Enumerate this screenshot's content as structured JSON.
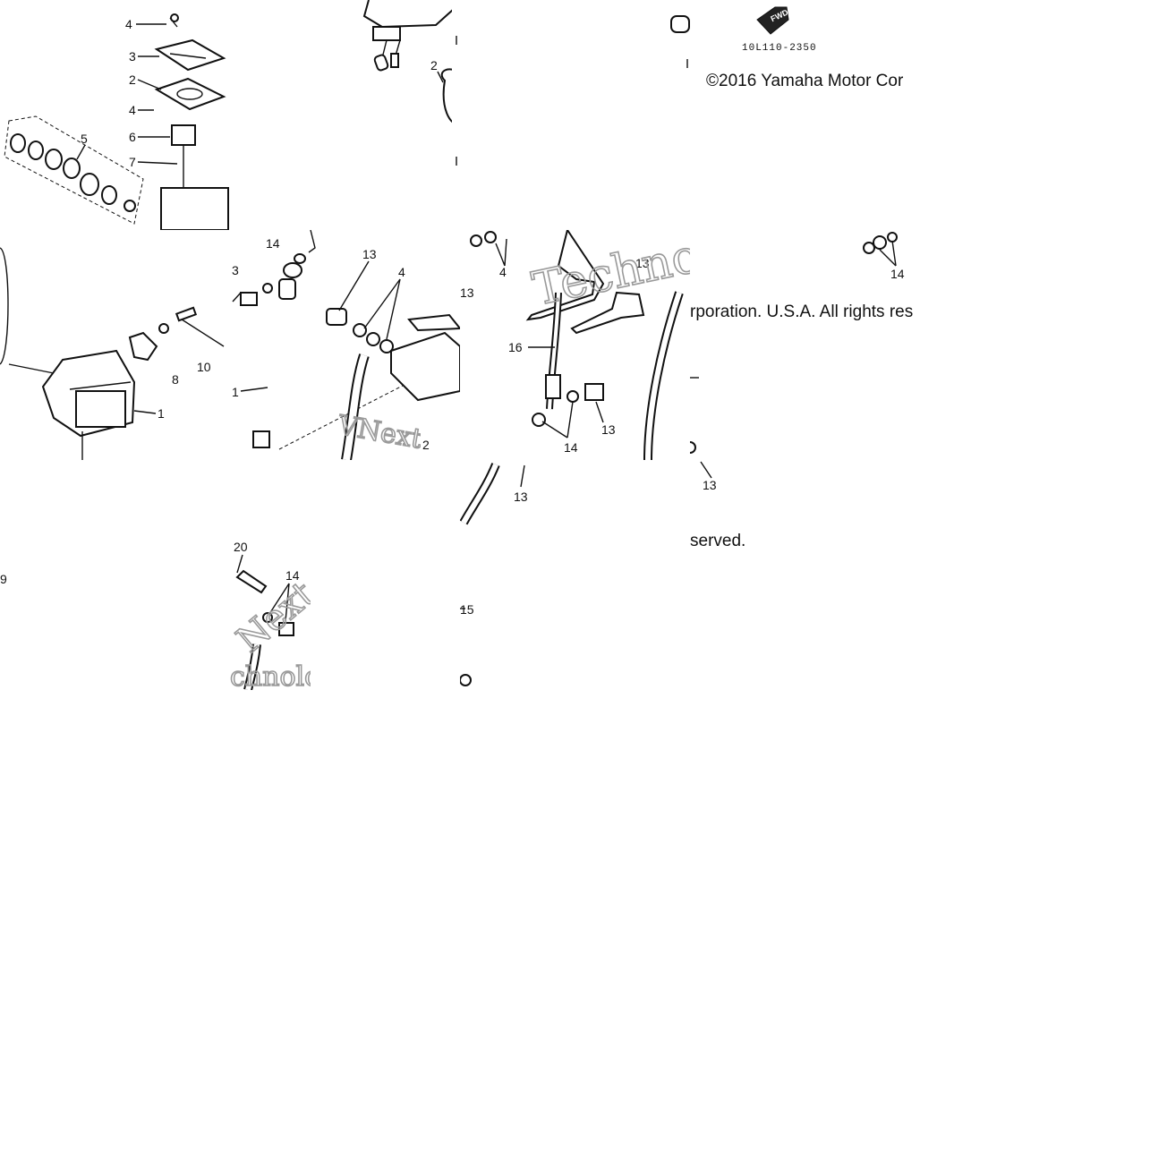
{
  "diagram": {
    "part_code": "10L110-2350",
    "fwd_label": "FWD",
    "copyright": {
      "line1": "©2016 Yamaha Motor Cor",
      "line2": "rporation. U.S.A. All rights res",
      "line3": "served."
    },
    "watermark": {
      "a": "Techno",
      "b": "VNext Te",
      "c": "Next",
      "d": "chnolo"
    },
    "callouts": {
      "c1": "4",
      "c2": "3",
      "c3": "2",
      "c4": "4",
      "c5": "5",
      "c6": "6",
      "c7": "7",
      "c8": "2",
      "c9": "14",
      "c10": "3",
      "c11": "13",
      "c12": "4",
      "c13": "8",
      "c14": "10",
      "c15": "1",
      "c16": "1",
      "c17": "2",
      "c18": "4",
      "c19": "13",
      "c20": "13",
      "c21": "16",
      "c22": "14",
      "c23": "13",
      "c24": "13",
      "c25": "13",
      "c26": "14",
      "c27": "20",
      "c28": "14",
      "c29": "9",
      "c30": "15",
      "c31": "13"
    }
  }
}
